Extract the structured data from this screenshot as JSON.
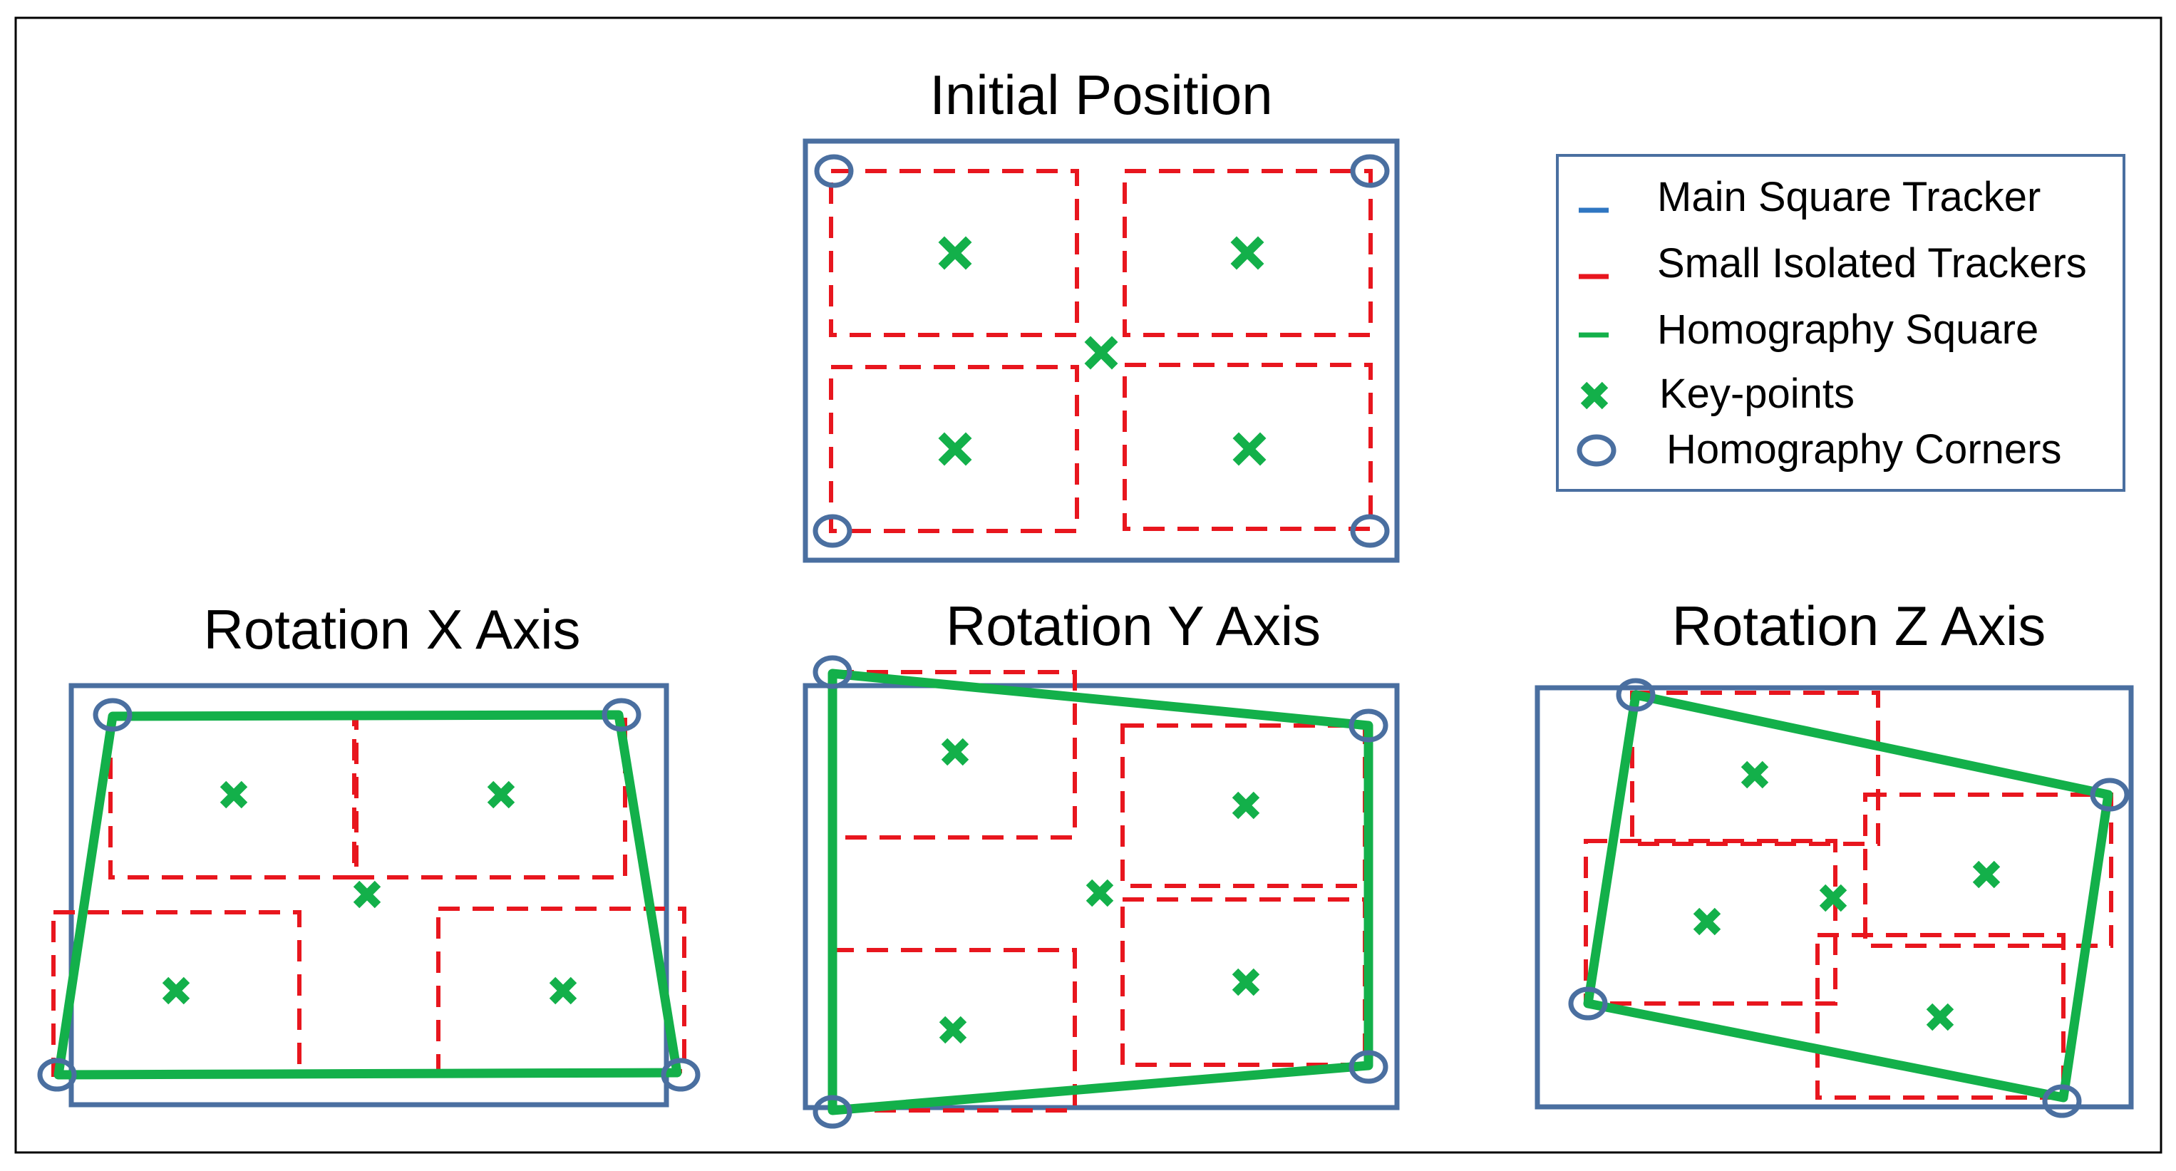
{
  "panels": {
    "initial": {
      "title": "Initial Position"
    },
    "rot_x": {
      "title": "Rotation X Axis"
    },
    "rot_y": {
      "title": "Rotation Y Axis"
    },
    "rot_z": {
      "title": "Rotation Z Axis"
    }
  },
  "legend": {
    "items": [
      {
        "label": "Main Square Tracker",
        "symbol": "solid-line-icon"
      },
      {
        "label": "Small Isolated Trackers",
        "symbol": "dashed-line-icon"
      },
      {
        "label": "Homography Square",
        "symbol": "green-line-icon"
      },
      {
        "label": "Key-points",
        "symbol": "cross-icon"
      },
      {
        "label": "Homography Corners",
        "symbol": "circle-icon"
      }
    ]
  },
  "colors": {
    "main_tracker": "#4a6fa0",
    "small_trackers": "#e8161e",
    "homography": "#13b04a",
    "keypoint": "#13b04a",
    "corners": "#4a6fa0",
    "legend_blue": "#2f76c2"
  }
}
